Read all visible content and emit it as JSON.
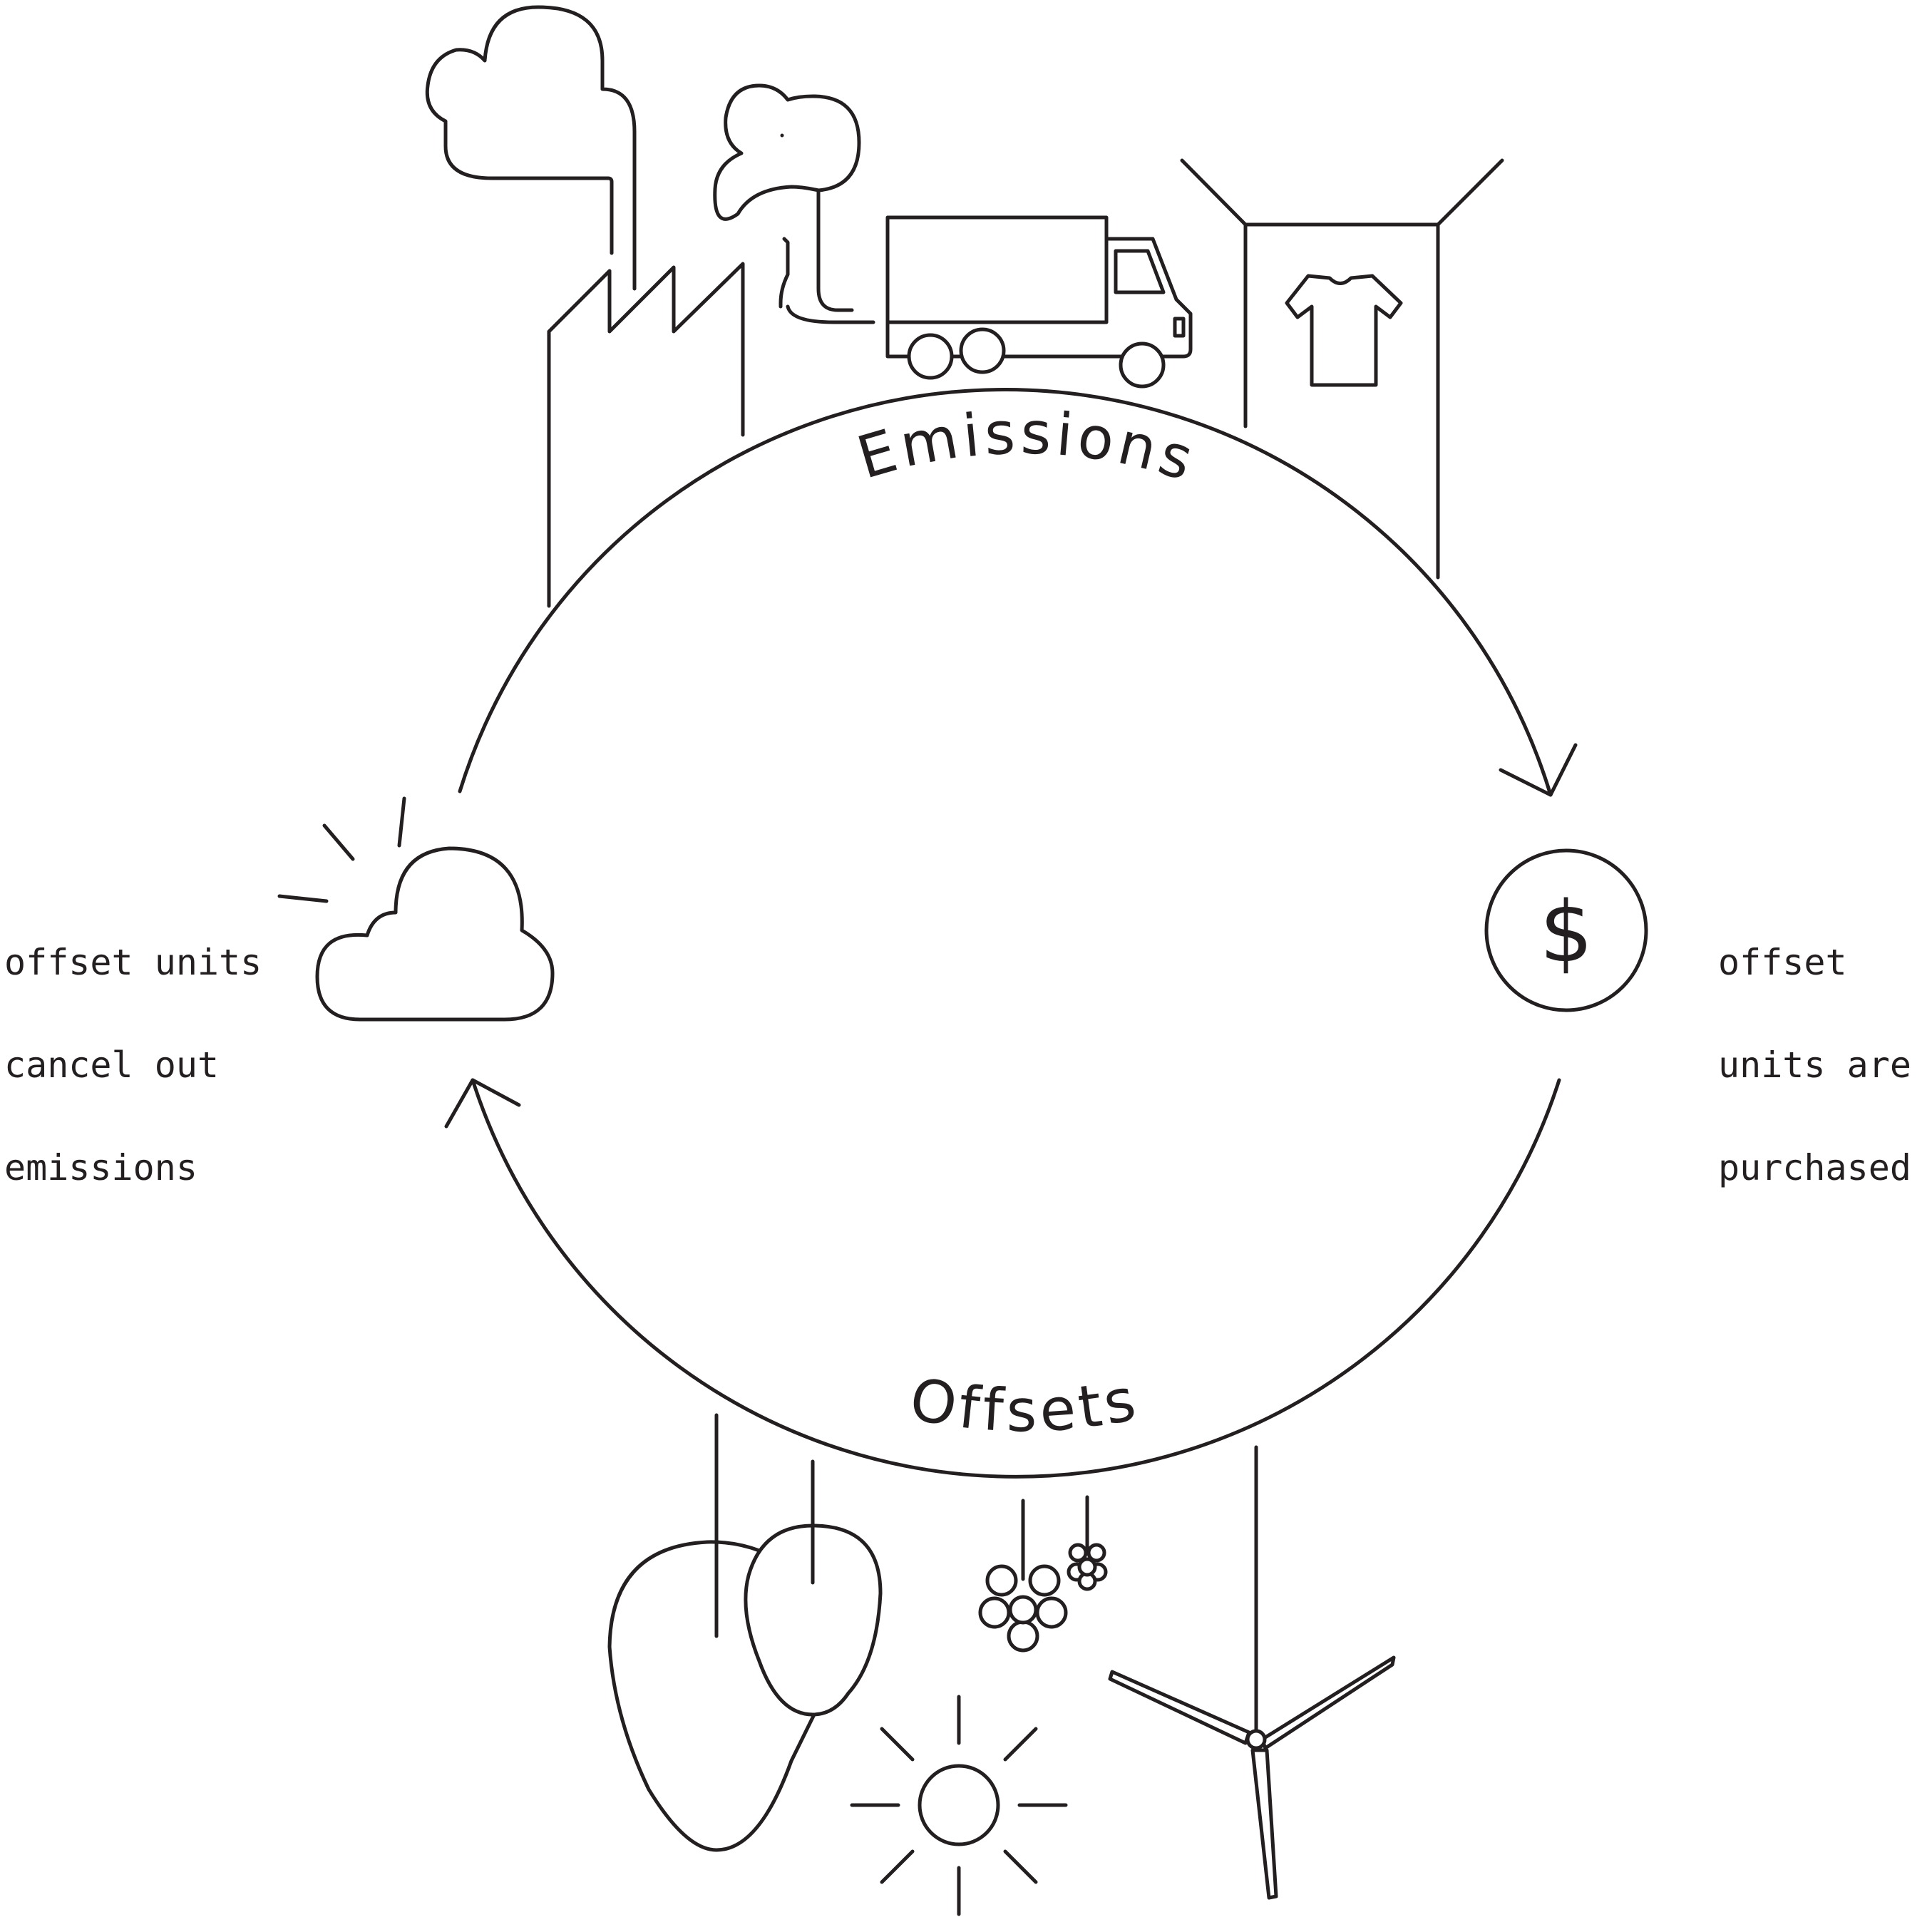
{
  "labels": {
    "top_arc": "Emissions",
    "bottom_arc": "Offsets",
    "currency_symbol": "$"
  },
  "left_caption": [
    "offset units",
    "cancel out",
    "emissions"
  ],
  "right_caption": [
    "offset",
    "units are",
    "purchased"
  ],
  "colors": {
    "stroke": "#231f20",
    "background": "#ffffff"
  },
  "icons": {
    "top": [
      "factory-icon",
      "truck-icon",
      "clothing-store-icon"
    ],
    "left": "sun-behind-cloud-icon",
    "right": "dollar-coin-icon",
    "bottom": [
      "trees-icon",
      "flowers-icon",
      "sun-icon",
      "wind-turbine-icon"
    ]
  }
}
